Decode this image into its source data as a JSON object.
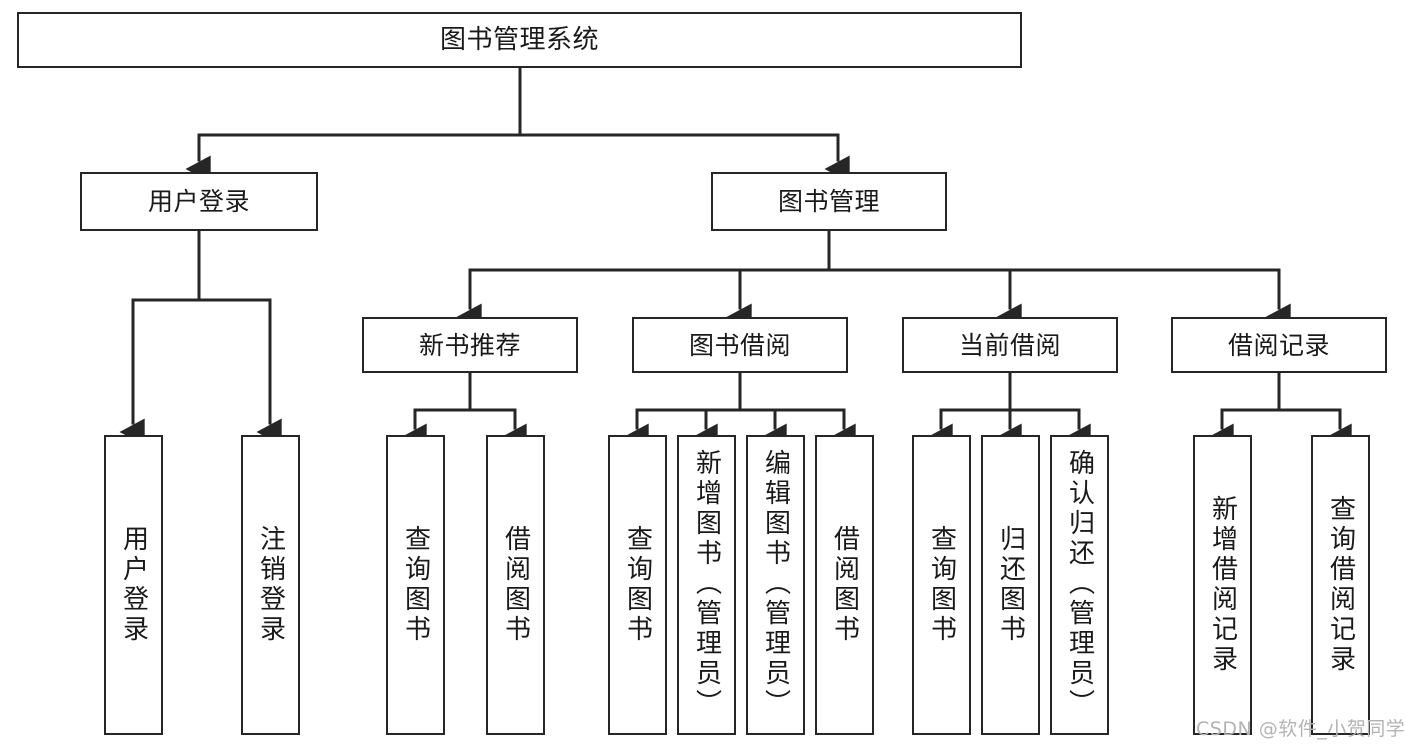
{
  "diagram": {
    "title": "图书管理系统",
    "type": "hierarchy-tree",
    "watermark": "CSDN @软件_小贺同学",
    "colors": {
      "box_border": "#262626",
      "box_fill": "#ffffff",
      "connector": "#262626",
      "text": "#1a1a1a",
      "watermark": "#b3b3b3",
      "background": "#ffffff"
    },
    "levels": [
      {
        "level": 1,
        "nodes": [
          {
            "id": "root",
            "label": "图书管理系统",
            "orientation": "horizontal"
          }
        ]
      },
      {
        "level": 2,
        "nodes": [
          {
            "id": "user-login",
            "label": "用户登录",
            "orientation": "horizontal",
            "parent": "root"
          },
          {
            "id": "book-manage",
            "label": "图书管理",
            "orientation": "horizontal",
            "parent": "root"
          }
        ]
      },
      {
        "level": 3,
        "nodes": [
          {
            "id": "new-book-rec",
            "label": "新书推荐",
            "orientation": "horizontal",
            "parent": "book-manage"
          },
          {
            "id": "book-borrow",
            "label": "图书借阅",
            "orientation": "horizontal",
            "parent": "book-manage"
          },
          {
            "id": "current-borrow",
            "label": "当前借阅",
            "orientation": "horizontal",
            "parent": "book-manage"
          },
          {
            "id": "borrow-record",
            "label": "借阅记录",
            "orientation": "horizontal",
            "parent": "book-manage"
          }
        ]
      },
      {
        "level": 4,
        "nodes": [
          {
            "id": "leaf-user-login",
            "label": "用户登录",
            "orientation": "vertical",
            "parent": "user-login"
          },
          {
            "id": "leaf-logout",
            "label": "注销登录",
            "orientation": "vertical",
            "parent": "user-login"
          },
          {
            "id": "leaf-query-book-1",
            "label": "查询图书",
            "orientation": "vertical",
            "parent": "new-book-rec"
          },
          {
            "id": "leaf-borrow-book-1",
            "label": "借阅图书",
            "orientation": "vertical",
            "parent": "new-book-rec"
          },
          {
            "id": "leaf-query-book-2",
            "label": "查询图书",
            "orientation": "vertical",
            "parent": "book-borrow"
          },
          {
            "id": "leaf-add-book",
            "label": "新增图书（管理员）",
            "orientation": "vertical",
            "parent": "book-borrow"
          },
          {
            "id": "leaf-edit-book",
            "label": "编辑图书（管理员）",
            "orientation": "vertical",
            "parent": "book-borrow"
          },
          {
            "id": "leaf-borrow-book-2",
            "label": "借阅图书",
            "orientation": "vertical",
            "parent": "book-borrow"
          },
          {
            "id": "leaf-query-book-3",
            "label": "查询图书",
            "orientation": "vertical",
            "parent": "current-borrow"
          },
          {
            "id": "leaf-return-book",
            "label": "归还图书",
            "orientation": "vertical",
            "parent": "current-borrow"
          },
          {
            "id": "leaf-confirm-return",
            "label": "确认归还（管理员）",
            "orientation": "vertical",
            "parent": "current-borrow"
          },
          {
            "id": "leaf-add-record",
            "label": "新增借阅记录",
            "orientation": "vertical",
            "parent": "borrow-record"
          },
          {
            "id": "leaf-query-record",
            "label": "查询借阅记录",
            "orientation": "vertical",
            "parent": "borrow-record"
          }
        ]
      }
    ]
  }
}
